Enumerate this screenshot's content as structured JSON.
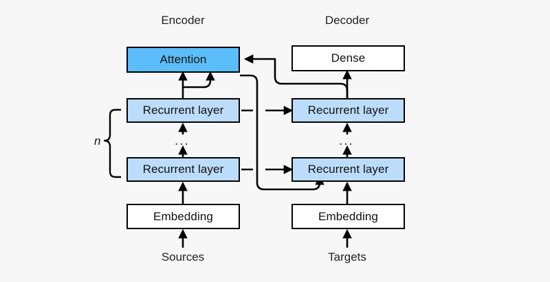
{
  "diagram": {
    "title_encoder": "Encoder",
    "title_decoder": "Decoder",
    "background_color": "#f7f7f7",
    "stroke_color": "#000000",
    "colors": {
      "attention_fill": "#5cbdfb",
      "recurrent_fill": "#bcdcfb",
      "plain_fill": "#ffffff"
    },
    "encoder": {
      "attention": "Attention",
      "recurrent_top": "Recurrent layer",
      "ellipsis": "...",
      "recurrent_bottom": "Recurrent layer",
      "embedding": "Embedding",
      "input_label": "Sources",
      "stack_count_label": "n"
    },
    "decoder": {
      "dense": "Dense",
      "recurrent_top": "Recurrent layer",
      "ellipsis": "...",
      "recurrent_bottom": "Recurrent layer",
      "embedding": "Embedding",
      "input_label": "Targets"
    }
  }
}
